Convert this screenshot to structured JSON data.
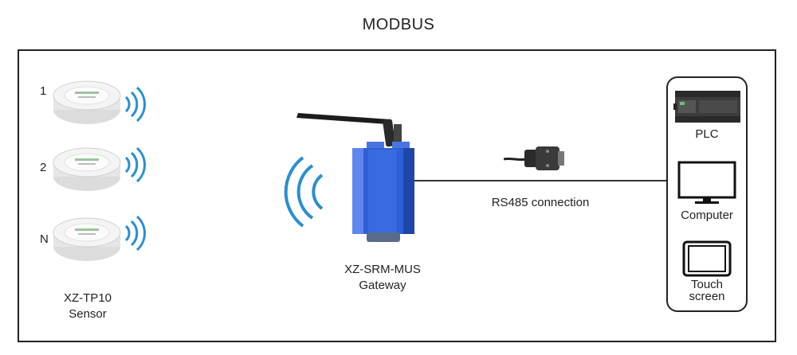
{
  "title": "MODBUS",
  "sensors": {
    "items": [
      {
        "number": "1"
      },
      {
        "number": "2"
      },
      {
        "number": "N"
      }
    ],
    "model_label": "XZ-TP10",
    "type_label": "Sensor"
  },
  "gateway": {
    "model_label": "XZ-SRM-MUS",
    "type_label": "Gateway"
  },
  "connection": {
    "label": "RS485 connection"
  },
  "devices": [
    {
      "label": "PLC",
      "icon": "plc-icon"
    },
    {
      "label": "Computer",
      "icon": "monitor-icon"
    },
    {
      "label_line1": "Touch",
      "label_line2": "screen",
      "icon": "tablet-icon"
    }
  ],
  "colors": {
    "gateway_body": "#2f5fd6",
    "waves": "#2a8fd0",
    "sensor_body": "#f2f2f2"
  }
}
